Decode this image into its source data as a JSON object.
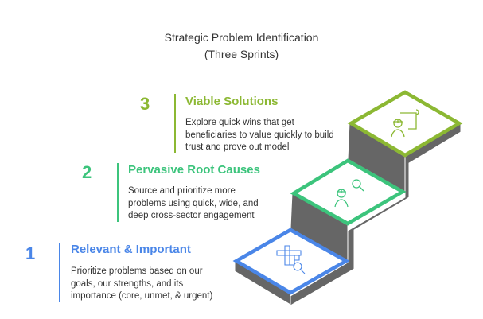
{
  "title": {
    "line1": "Strategic Problem Identification",
    "line2": "(Three Sprints)"
  },
  "colors": {
    "step1": "#4a86e8",
    "step2": "#3cc47c",
    "step3": "#8cb833",
    "stair": "#666666"
  },
  "steps": [
    {
      "number": "1",
      "heading": "Relevant & Important",
      "lines": [
        "Prioritize problems based on our",
        "goals, our strengths, and its",
        "importance (core, unmet, & urgent)"
      ],
      "icon": "crossword-search-icon"
    },
    {
      "number": "2",
      "heading": "Pervasive Root Causes",
      "lines": [
        "Source and prioritize more",
        "problems using quick, wide, and",
        "deep cross-sector engagement"
      ],
      "icon": "worker-search-icon"
    },
    {
      "number": "3",
      "heading": "Viable Solutions",
      "lines": [
        "Explore quick wins that get",
        "beneficiaries to value quickly to build",
        "trust and prove out model"
      ],
      "icon": "worker-blueprint-icon"
    }
  ]
}
